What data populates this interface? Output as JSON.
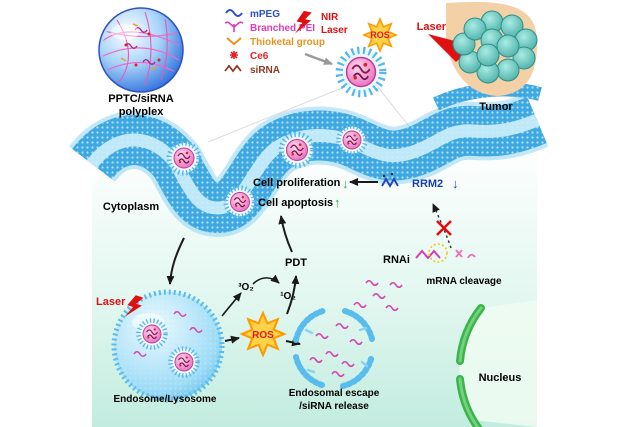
{
  "figure": {
    "labels": {
      "polyplex_line1": "PPTC/siRNA",
      "polyplex_line2": "polyplex",
      "nir_line1": "NIR",
      "nir_line2": "Laser",
      "ros_top": "ROS",
      "laser_tumor": "Laser",
      "tumor": "Tumor",
      "cytoplasm": "Cytoplasm",
      "cell_proliferation": "Cell proliferation",
      "proliferation_arrow": "↓",
      "cell_apoptosis": "Cell apoptosis",
      "apoptosis_arrow": "↑",
      "rrm2": "RRM2",
      "rrm2_arrow": "↓",
      "pdt": "PDT",
      "rnai": "RNAi",
      "mrna_cleavage": "mRNA cleavage",
      "laser_endosome": "Laser",
      "triplet_oxygen": "³O₂",
      "singlet_oxygen": "¹O₂",
      "ros_bottom": "ROS",
      "endosome": "Endosome/Lysosome",
      "escape_line1": "Endosomal escape",
      "escape_line2": "/siRNA release",
      "nucleus": "Nucleus"
    },
    "legend": {
      "items": [
        {
          "label": "mPEG",
          "color": "#2b50c8"
        },
        {
          "label": "Branched PEI",
          "color": "#e23cb4"
        },
        {
          "label": "Thioketal group",
          "color": "#e8941e"
        },
        {
          "label": "Ce6",
          "color": "#e02424"
        },
        {
          "label": "siRNA",
          "color": "#8f3a22"
        }
      ]
    },
    "colors": {
      "membrane_blue": "#3fa8e0",
      "ros_star_fill": "#ffd24a",
      "ros_star_stroke": "#ff9a00",
      "ros_text": "#e01818",
      "laser_red": "#e01010",
      "green_arrow": "#1faa50",
      "rrm2_blue": "#1a3fae",
      "nucleus_green": "#3cb44a",
      "tumor_teal": "#49b8b0",
      "polyplex_pink": "#e557b8",
      "cytoplasm_bg": "#cdeee6"
    }
  }
}
